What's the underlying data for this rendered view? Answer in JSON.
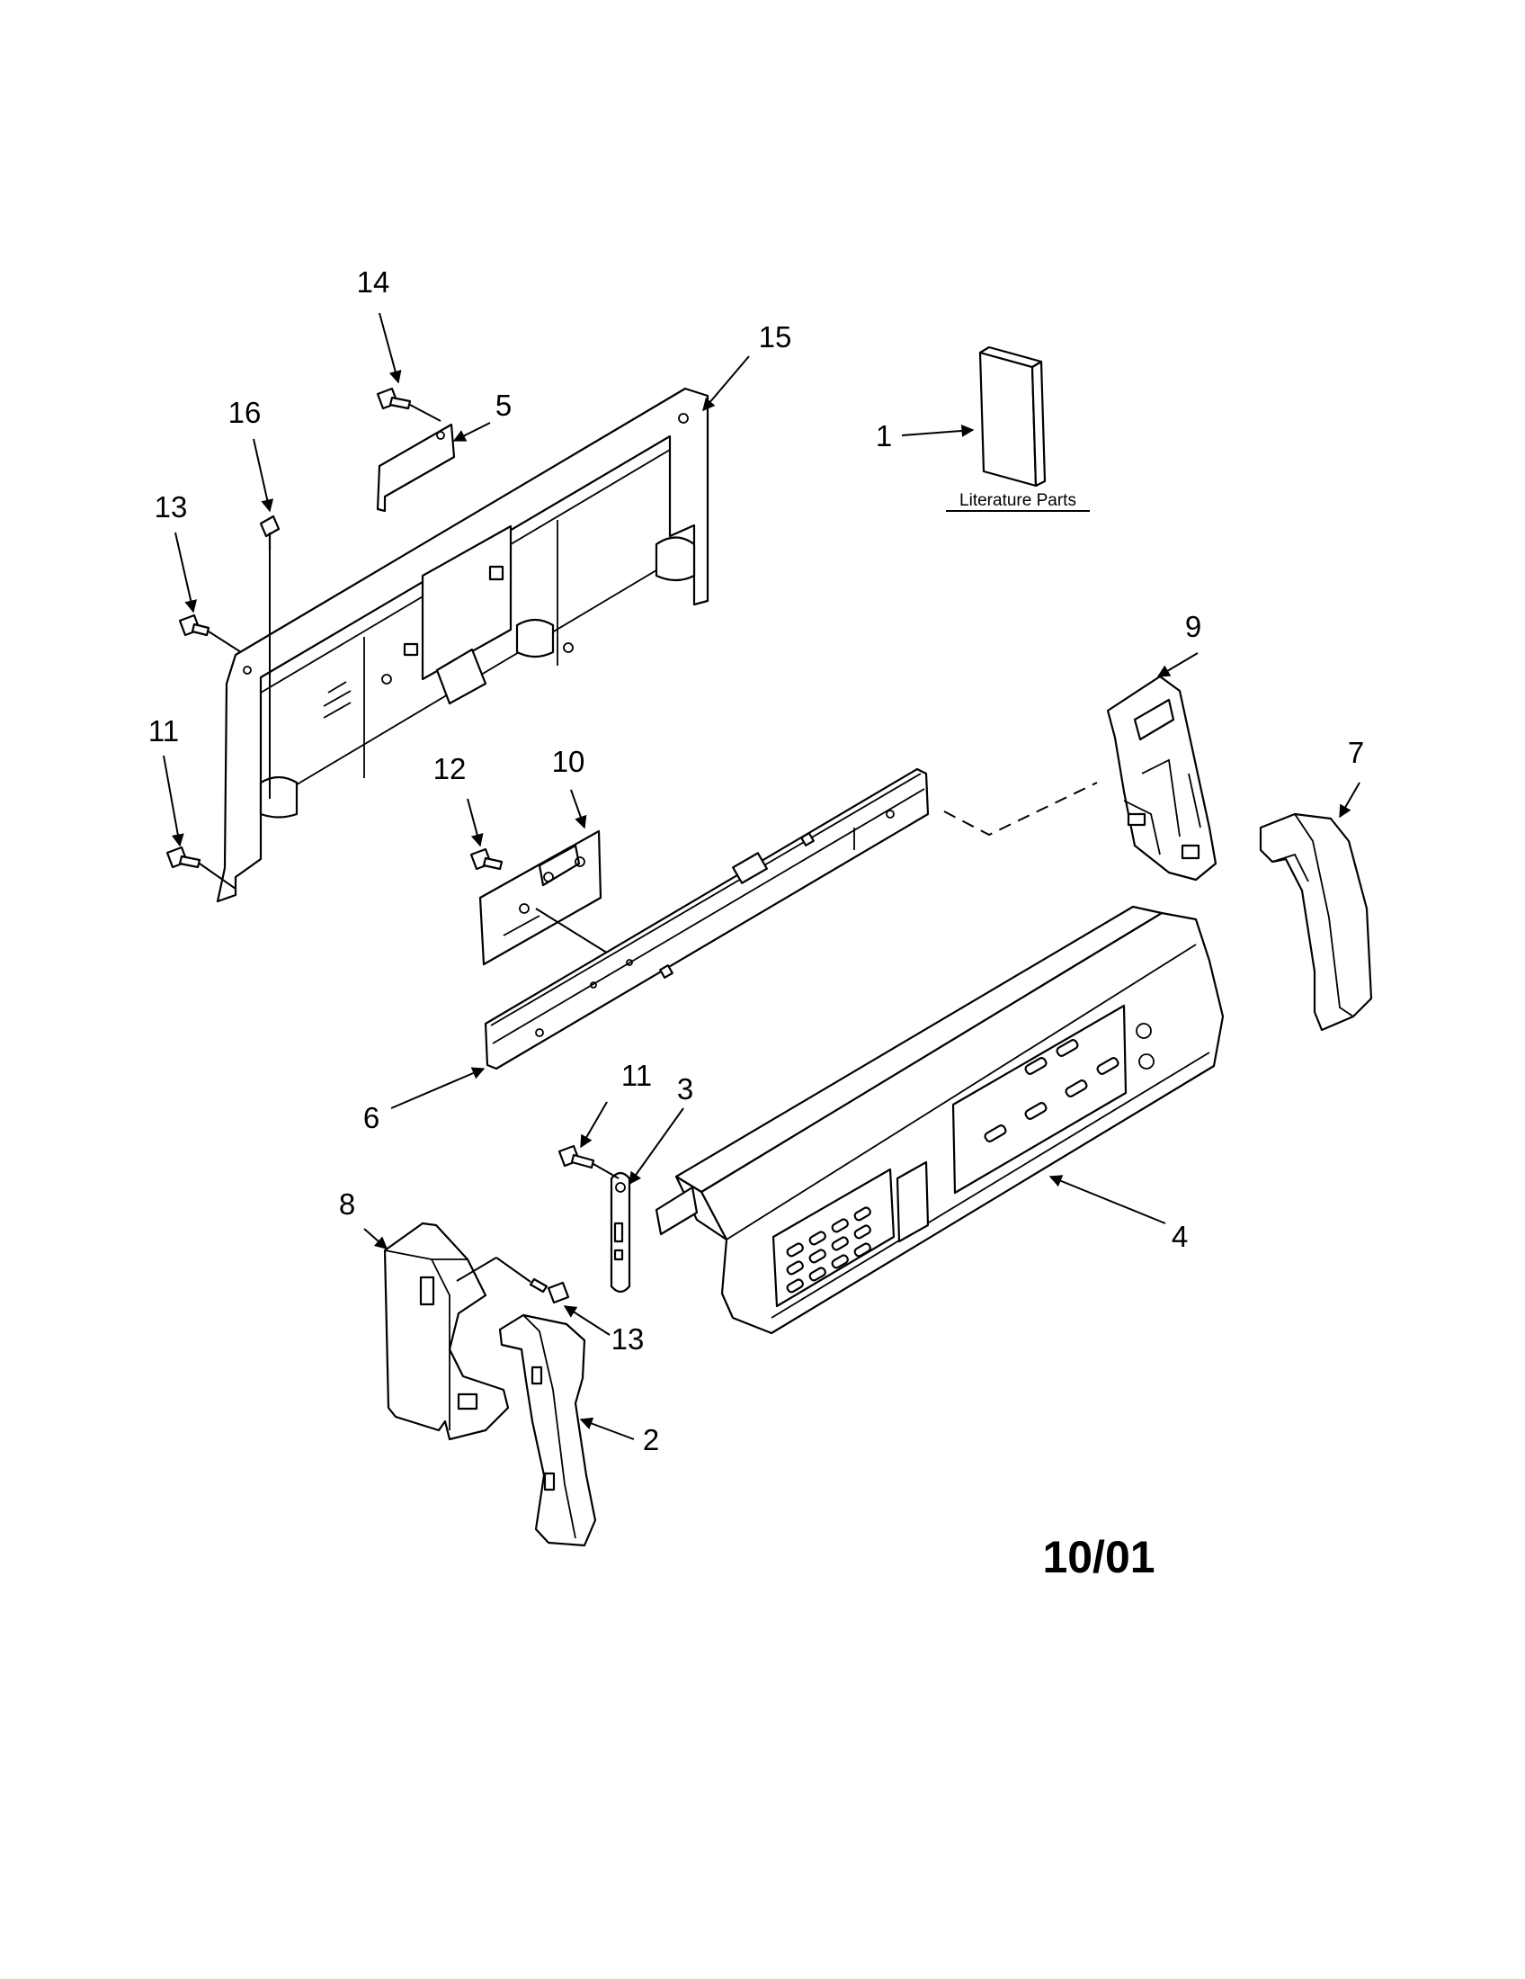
{
  "diagram": {
    "date_code": "10/01",
    "literature_label": "Literature Parts",
    "callouts": {
      "c1": "1",
      "c2": "2",
      "c3": "3",
      "c4": "4",
      "c5": "5",
      "c6": "6",
      "c7": "7",
      "c8": "8",
      "c9": "9",
      "c10": "10",
      "c11a": "11",
      "c11b": "11",
      "c12": "12",
      "c13a": "13",
      "c13b": "13",
      "c14": "14",
      "c15": "15",
      "c16": "16"
    }
  }
}
